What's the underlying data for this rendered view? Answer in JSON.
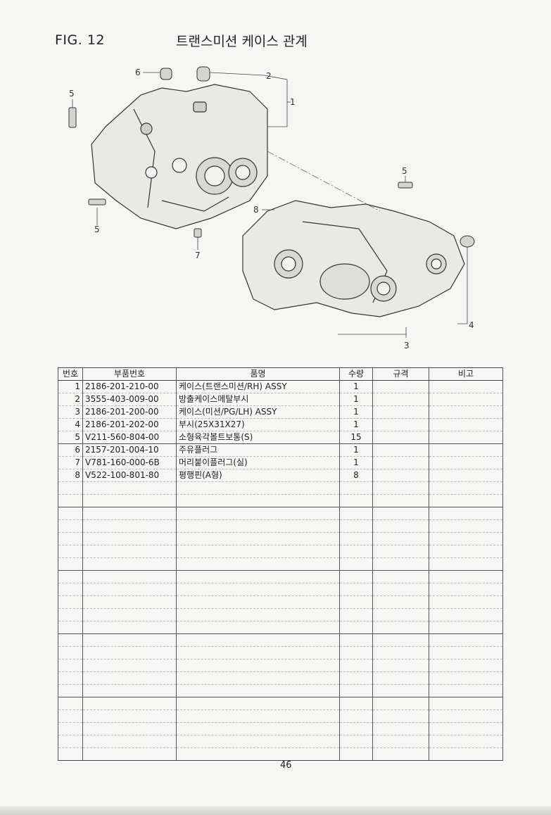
{
  "header": {
    "fig_label": "FIG. 12",
    "title": "트랜스미션 케이스 관계"
  },
  "diagram": {
    "callouts": [
      "1",
      "2",
      "3",
      "4",
      "5",
      "5",
      "5",
      "6",
      "7",
      "8"
    ]
  },
  "table": {
    "columns": [
      "번호",
      "부품번호",
      "품명",
      "수량",
      "규격",
      "비고"
    ],
    "rows": [
      {
        "no": "1",
        "part": "2186-201-210-00",
        "name": "케이스(트랜스미션/RH) ASSY",
        "qty": "1",
        "spec": "",
        "note": ""
      },
      {
        "no": "2",
        "part": "3555-403-009-00",
        "name": "방출케이스메탈부시",
        "qty": "1",
        "spec": "",
        "note": ""
      },
      {
        "no": "3",
        "part": "2186-201-200-00",
        "name": "케이스(미션/PG/LH) ASSY",
        "qty": "1",
        "spec": "",
        "note": ""
      },
      {
        "no": "4",
        "part": "2186-201-202-00",
        "name": "부시(25X31X27)",
        "qty": "1",
        "spec": "",
        "note": ""
      },
      {
        "no": "5",
        "part": "V211-560-804-00",
        "name": "소형육각볼트보통(S)",
        "qty": "15",
        "spec": "",
        "note": ""
      },
      {
        "no": "6",
        "part": "2157-201-004-10",
        "name": "주유플러그",
        "qty": "1",
        "spec": "",
        "note": ""
      },
      {
        "no": "7",
        "part": "V781-160-000-6B",
        "name": "머리붙이플러그(실)",
        "qty": "1",
        "spec": "",
        "note": ""
      },
      {
        "no": "8",
        "part": "V522-100-801-80",
        "name": "평행핀(A형)",
        "qty": "8",
        "spec": "",
        "note": ""
      }
    ],
    "blank_rows": 22
  },
  "footer": {
    "page_number": "46"
  }
}
